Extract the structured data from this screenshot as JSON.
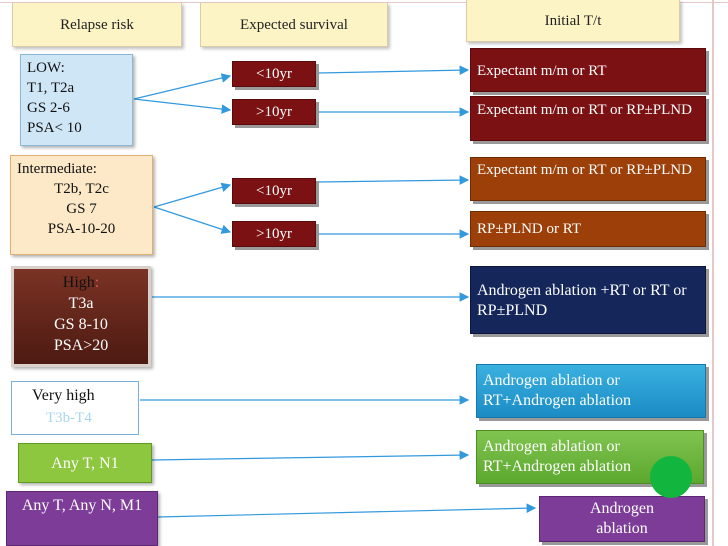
{
  "headers": {
    "relapse_risk": "Relapse risk",
    "expected_survival": "Expected survival",
    "initial_tt": "Initial T/t"
  },
  "risk_groups": {
    "low": {
      "lines": [
        "LOW:",
        "T1, T2a",
        "GS 2-6",
        "PSA< 10"
      ]
    },
    "intermediate": {
      "lines": [
        "Intermediate:",
        "T2b, T2c",
        "GS 7",
        "PSA-10-20"
      ]
    },
    "high": {
      "lines": [
        "High",
        ":",
        "T3a",
        "GS 8-10",
        "PSA>20"
      ]
    },
    "very_high": {
      "lines": [
        "Very high",
        "T3b-T4"
      ]
    },
    "any_t_n1": {
      "label": "Any T, N1"
    },
    "any_t_any_n_m1": {
      "label": "Any T, Any N, M1"
    }
  },
  "survival": {
    "low_lt10": "<10yr",
    "low_gt10": ">10yr",
    "int_lt10": "<10yr",
    "int_gt10": ">10yr"
  },
  "treatments": {
    "t1": "Expectant m/m  or RT",
    "t2": "Expectant m/m or RT or RP±PLND",
    "t3": "Expectant m/m  or RT or RP±PLND",
    "t4": "RP±PLND or RT",
    "t5": "Androgen ablation +RT or RT or RP±PLND",
    "t6": "Androgen ablation or RT+Androgen ablation",
    "t7": "Androgen ablation or RT+Androgen ablation",
    "t8": "Androgen ablation"
  },
  "colors": {
    "header_bg": "#fdf4c6",
    "low_bg": "#cfe6f6",
    "intermediate_bg": "#fde9c8",
    "high_bg": "#6b2a1e",
    "very_high_bg": "#ffffff",
    "n1_bg": "#8dc63f",
    "m1_bg": "#7d3c98",
    "survival_bg": "#7b1113",
    "tt_dark_red": "#7b1113",
    "tt_orange": "#9c3f08",
    "tt_navy": "#14265a",
    "tt_cyan": "#1e9bd0",
    "tt_green": "#6cb33f",
    "tt_purple": "#7d3c98",
    "arrow": "#3399dd"
  }
}
